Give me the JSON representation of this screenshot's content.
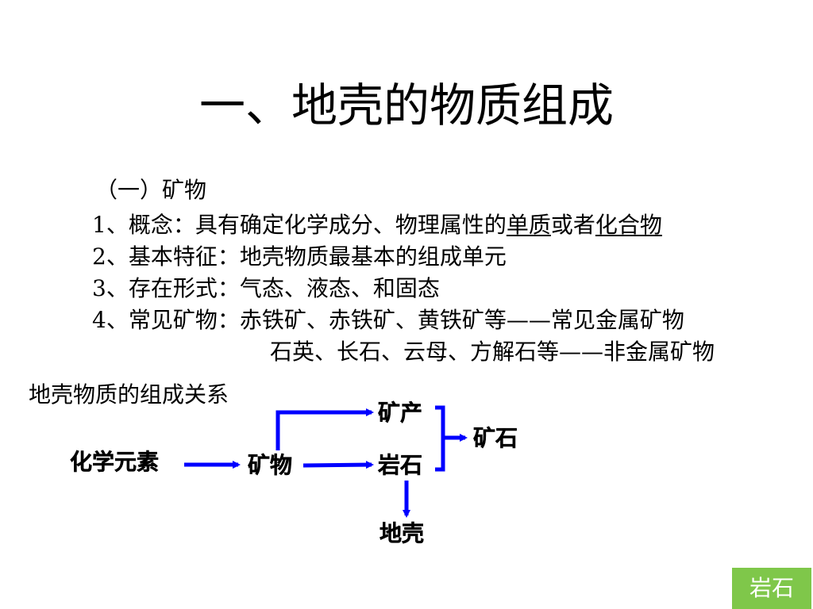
{
  "title": "一、地壳的物质组成",
  "section": {
    "heading": "（一）矿物",
    "item1": {
      "prefix": "1、概念：具有确定化学成分、物理属性的",
      "u1": "单质",
      "mid": "或者",
      "u2": "化合物"
    },
    "item2": "2、基本特征：地壳物质最基本的组成单元",
    "item3": "3、存在形式：气态、液态、和固态",
    "item4": "4、常见矿物：赤铁矿、赤铁矿、黄铁矿等——常见金属矿物",
    "item4_cont": "石英、长石、云母、方解石等——非金属矿物"
  },
  "diagram": {
    "caption": "地壳物质的组成关系",
    "nodes": {
      "elements": "化学元素",
      "mineral": "矿物",
      "deposit": "矿产",
      "rock": "岩石",
      "ore": "矿石",
      "crust": "地壳"
    },
    "arrow_color": "#0000ff"
  },
  "nav_button": {
    "label": "岩石",
    "color": "#7fc74a"
  }
}
